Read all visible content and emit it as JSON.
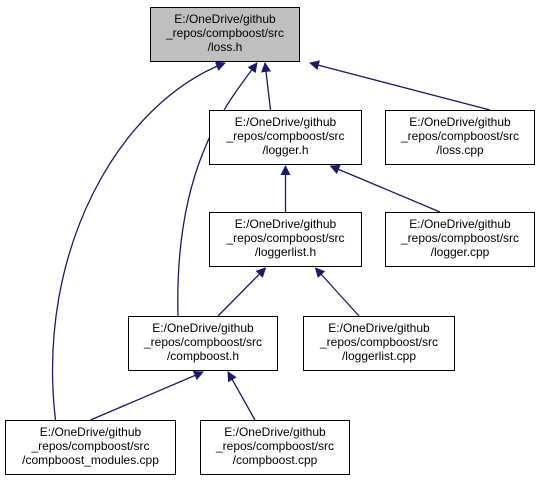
{
  "colors": {
    "edge": "#191970",
    "active_fill": "#bfbfbf",
    "node_fill": "#ffffff",
    "border": "#000000"
  },
  "nodes": {
    "loss_h": {
      "lines": [
        "E:/OneDrive/github",
        "_repos/compboost/src",
        "/loss.h"
      ],
      "active": true
    },
    "logger_h": {
      "lines": [
        "E:/OneDrive/github",
        "_repos/compboost/src",
        "/logger.h"
      ]
    },
    "loss_cpp": {
      "lines": [
        "E:/OneDrive/github",
        "_repos/compboost/src",
        "/loss.cpp"
      ]
    },
    "loggerlist_h": {
      "lines": [
        "E:/OneDrive/github",
        "_repos/compboost/src",
        "/loggerlist.h"
      ]
    },
    "logger_cpp": {
      "lines": [
        "E:/OneDrive/github",
        "_repos/compboost/src",
        "/logger.cpp"
      ]
    },
    "compboost_h": {
      "lines": [
        "E:/OneDrive/github",
        "_repos/compboost/src",
        "/compboost.h"
      ]
    },
    "loggerlist_cpp": {
      "lines": [
        "E:/OneDrive/github",
        "_repos/compboost/src",
        "/loggerlist.cpp"
      ]
    },
    "compboost_modules_cpp": {
      "lines": [
        "E:/OneDrive/github",
        "_repos/compboost/src",
        "/compboost_modules.cpp"
      ]
    },
    "compboost_cpp": {
      "lines": [
        "E:/OneDrive/github",
        "_repos/compboost/src",
        "/compboost.cpp"
      ]
    }
  },
  "edges": [
    {
      "from": "logger_h",
      "to": "loss_h"
    },
    {
      "from": "loss_cpp",
      "to": "loss_h"
    },
    {
      "from": "compboost_h",
      "to": "loss_h"
    },
    {
      "from": "compboost_modules_cpp",
      "to": "loss_h"
    },
    {
      "from": "loggerlist_h",
      "to": "logger_h"
    },
    {
      "from": "logger_cpp",
      "to": "logger_h"
    },
    {
      "from": "compboost_h",
      "to": "loggerlist_h"
    },
    {
      "from": "loggerlist_cpp",
      "to": "loggerlist_h"
    },
    {
      "from": "compboost_modules_cpp",
      "to": "compboost_h"
    },
    {
      "from": "compboost_cpp",
      "to": "compboost_h"
    }
  ]
}
